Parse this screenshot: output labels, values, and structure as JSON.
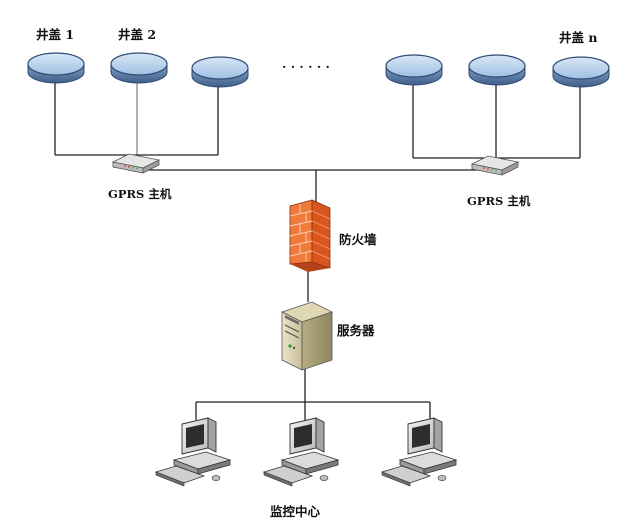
{
  "manholes": {
    "label_1": "井盖 1",
    "label_2": "井盖 2",
    "label_n": "井盖 n",
    "ellipsis": "· · · · · ·"
  },
  "gprs": {
    "left_label": "GPRS 主机",
    "right_label": "GPRS 主机"
  },
  "firewall": {
    "label": "防火墙"
  },
  "server": {
    "label": "服务器"
  },
  "monitor_center": {
    "label": "监控中心"
  },
  "colors": {
    "disk_top": "#b9d4ec",
    "disk_side": "#7f9fc4",
    "disk_stroke": "#2d4a73",
    "firewall_brick": "#e8652a",
    "line": "#222222"
  }
}
